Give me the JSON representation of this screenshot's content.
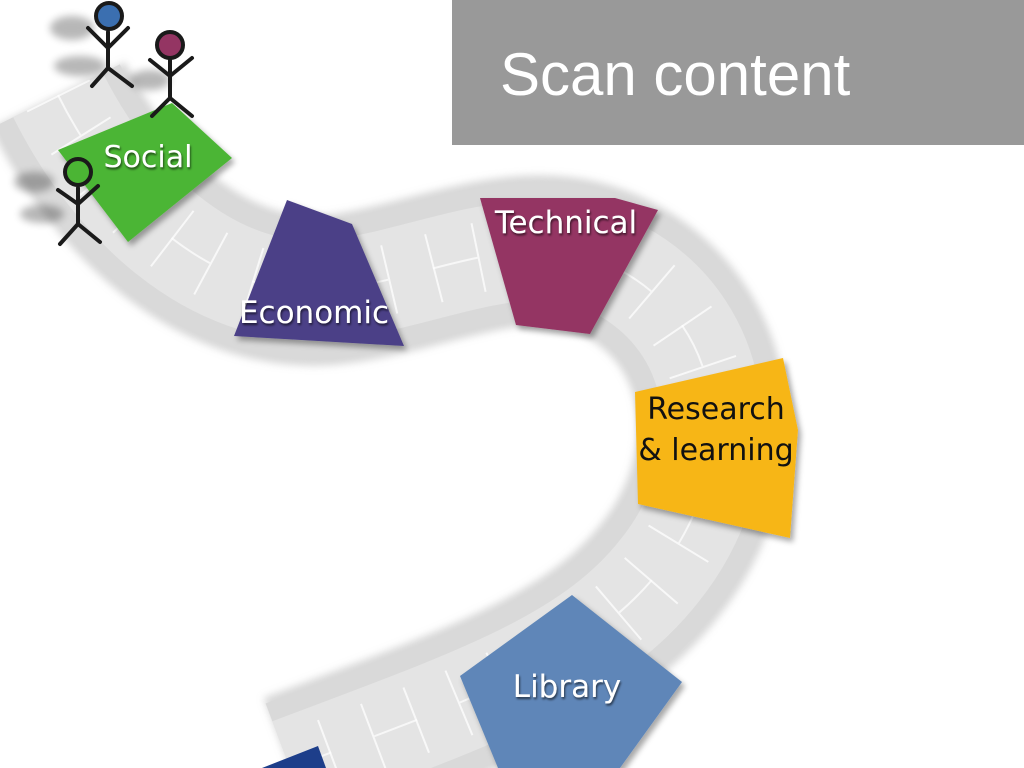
{
  "slide": {
    "title": "Scan content"
  },
  "tiles": [
    {
      "id": "social",
      "label_lines": [
        "Social"
      ],
      "fill": "#4bb534",
      "text_color": "#ffffff"
    },
    {
      "id": "economic",
      "label_lines": [
        "Economic"
      ],
      "fill": "#4b4187",
      "text_color": "#ffffff"
    },
    {
      "id": "technical",
      "label_lines": [
        "Technical"
      ],
      "fill": "#943563",
      "text_color": "#ffffff"
    },
    {
      "id": "research",
      "label_lines": [
        "Research",
        "& learning"
      ],
      "fill": "#f7b618",
      "text_color": "#111111"
    },
    {
      "id": "library",
      "label_lines": [
        "Library"
      ],
      "fill": "#5e86b8",
      "text_color": "#ffffff"
    },
    {
      "id": "next",
      "label_lines": [],
      "fill": "#1d3e8a",
      "text_color": "#ffffff"
    }
  ],
  "figures": [
    {
      "id": "blue-figure",
      "head_color": "#3b6fb0"
    },
    {
      "id": "purple-figure",
      "head_color": "#943563"
    },
    {
      "id": "green-figure",
      "head_color": "#4bb534"
    }
  ],
  "colors": {
    "path": "#d9d9d9",
    "path_edge": "#bdbdbd",
    "banner": "#999999"
  }
}
